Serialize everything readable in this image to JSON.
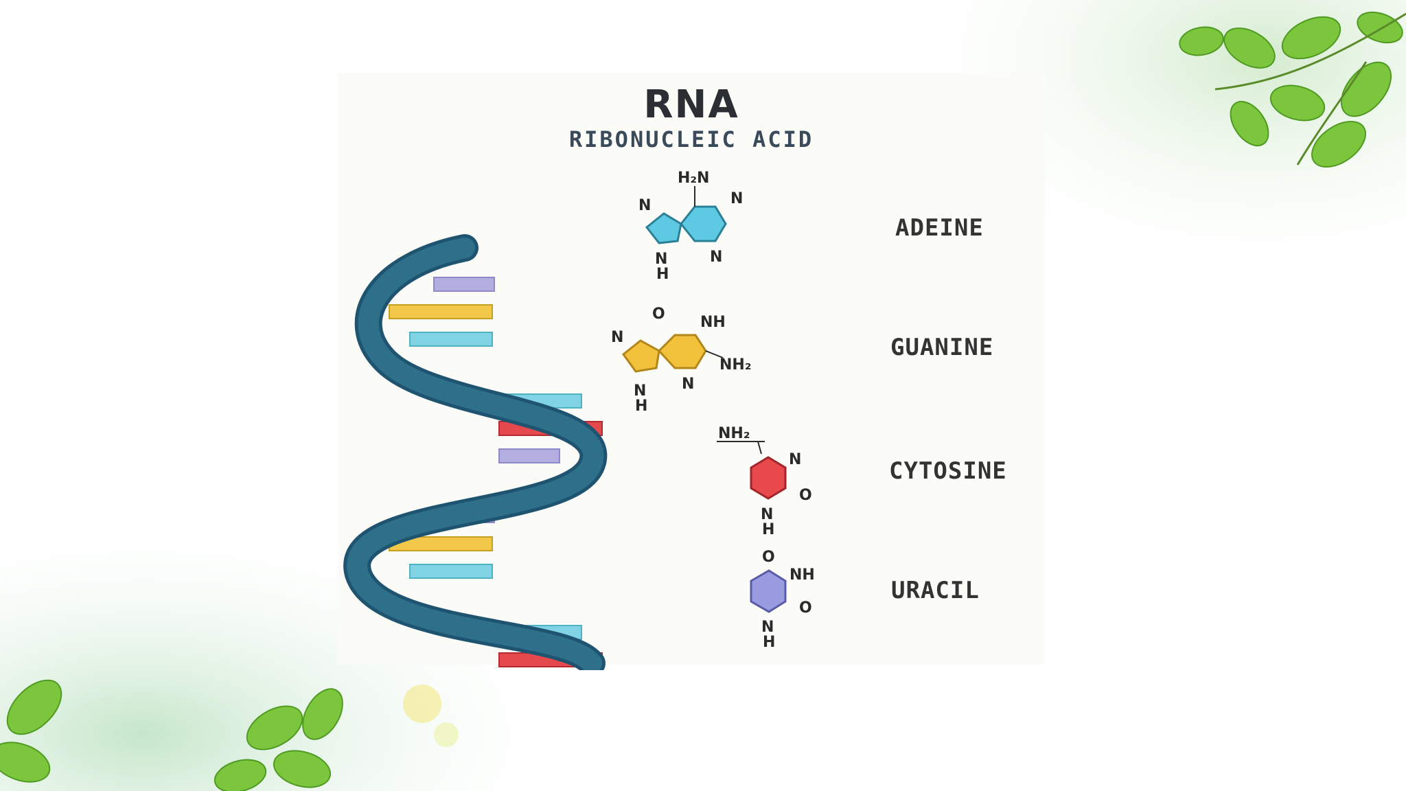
{
  "figure": {
    "title": "RNA",
    "subtitle": "RIBONUCLEIC ACID"
  },
  "bases": [
    {
      "name": "ADEINE",
      "color": "#5ec9e2",
      "atoms": [
        "H₂N",
        "N",
        "N",
        "N",
        "N",
        "H"
      ]
    },
    {
      "name": "GUANINE",
      "color": "#f2c23c",
      "atoms": [
        "O",
        "NH",
        "N",
        "NH₂",
        "N",
        "N",
        "H"
      ]
    },
    {
      "name": "CYTOSINE",
      "color": "#e8494a",
      "atoms": [
        "NH₂",
        "N",
        "O",
        "N",
        "H"
      ]
    },
    {
      "name": "URACIL",
      "color": "#9b9ce0",
      "atoms": [
        "O",
        "NH",
        "O",
        "N",
        "H"
      ]
    }
  ],
  "colors": {
    "backbone": "#2e6f8a",
    "rung_purple": "#b3aee0",
    "rung_yellow": "#f1c84a",
    "rung_cyan": "#7fd3e3",
    "rung_red": "#e5484d",
    "leaf_green": "#7cc63d"
  }
}
